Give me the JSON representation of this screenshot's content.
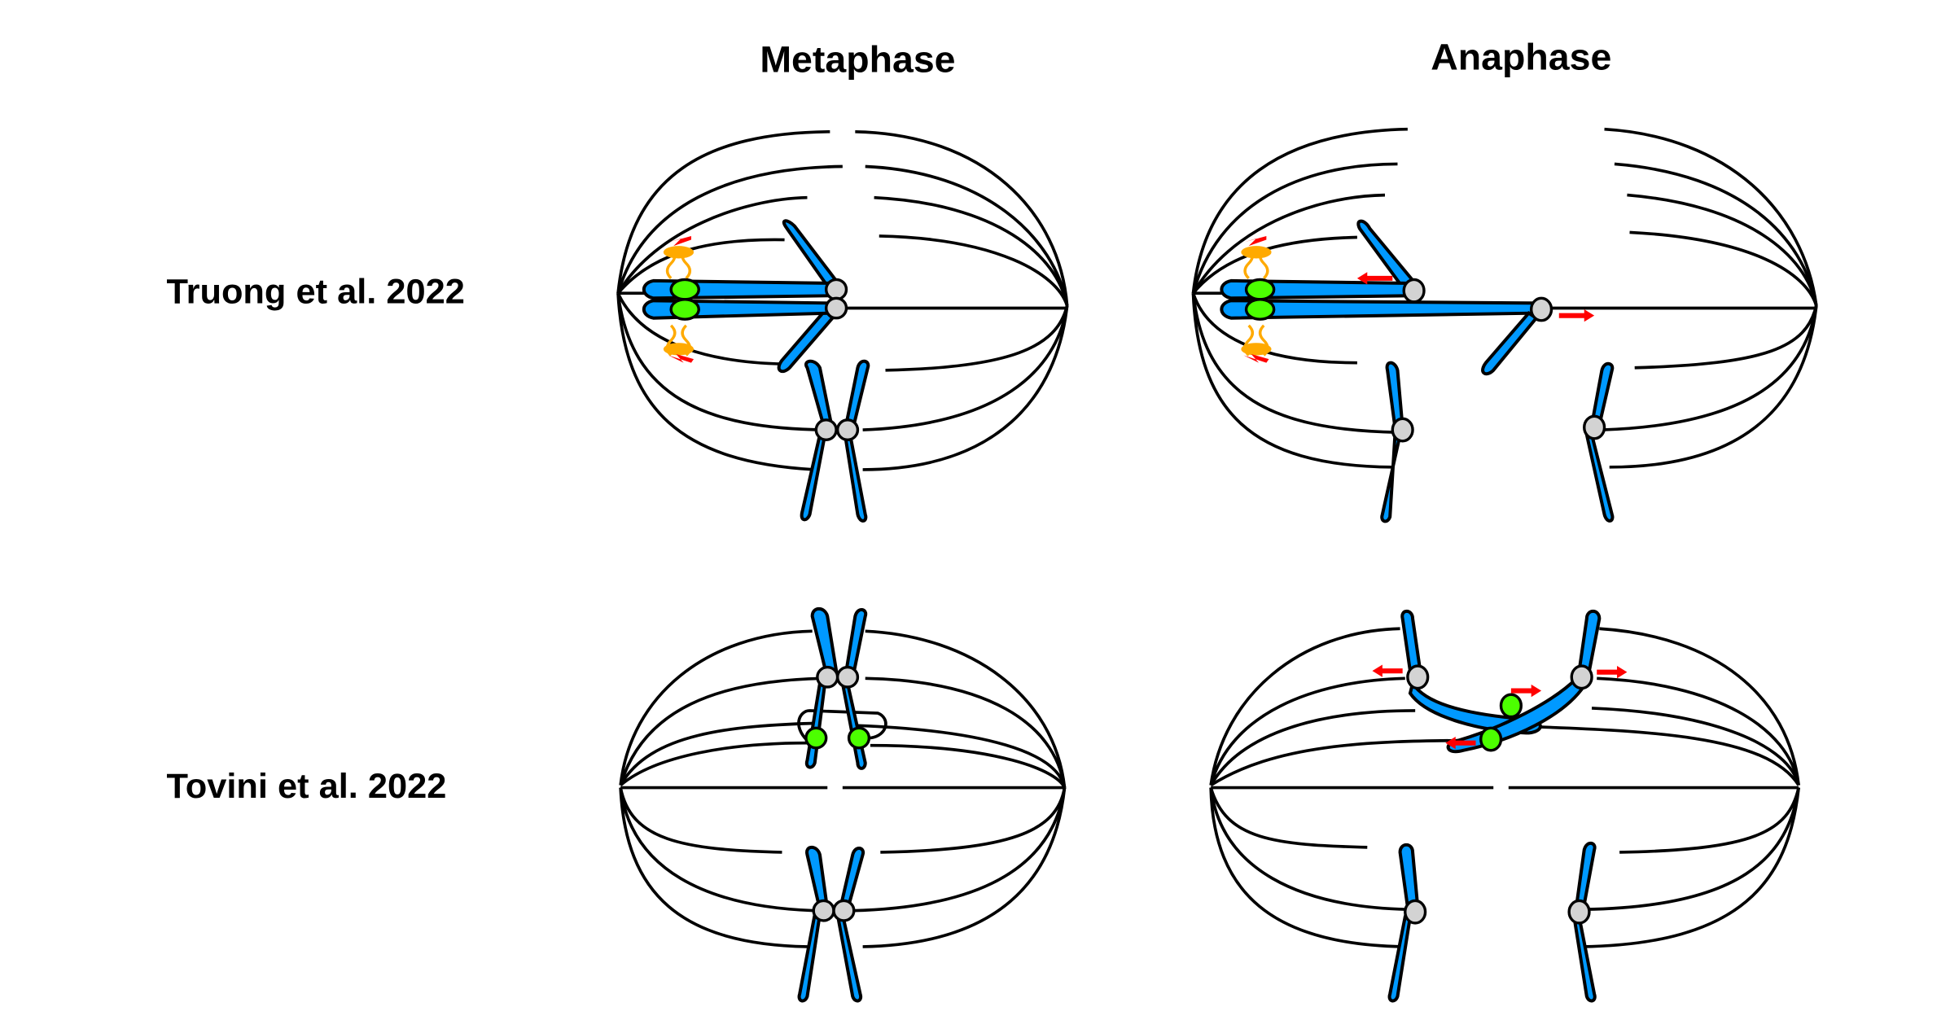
{
  "figure": {
    "column_headers": [
      "Metaphase",
      "Anaphase"
    ],
    "row_labels": [
      "Truong et al. 2022",
      "Tovini et al. 2022"
    ],
    "panels": [
      {
        "row": "Truong et al. 2022",
        "phase": "Metaphase",
        "features": [
          "spindle microtubules",
          "chromosomes",
          "centromeres",
          "kinetochore foci",
          "cohesin chains",
          "force arrows"
        ]
      },
      {
        "row": "Truong et al. 2022",
        "phase": "Anaphase",
        "features": [
          "spindle microtubules",
          "chromosomes",
          "centromeres",
          "kinetochore foci",
          "cohesin chains",
          "force arrows"
        ]
      },
      {
        "row": "Tovini et al. 2022",
        "phase": "Metaphase",
        "features": [
          "spindle microtubules",
          "chromosomes",
          "centromeres",
          "kinetochore foci"
        ]
      },
      {
        "row": "Tovini et al. 2022",
        "phase": "Anaphase",
        "features": [
          "spindle microtubules",
          "chromosomes",
          "centromeres",
          "kinetochore foci",
          "force arrows"
        ]
      }
    ]
  },
  "colors": {
    "chromosome": "#0099ff",
    "centromere": "#d3d3d3",
    "kinetochore": "#4cff00",
    "cohesin": "#ffaa00",
    "arrow": "#ff0000",
    "microtubule": "#000000"
  }
}
